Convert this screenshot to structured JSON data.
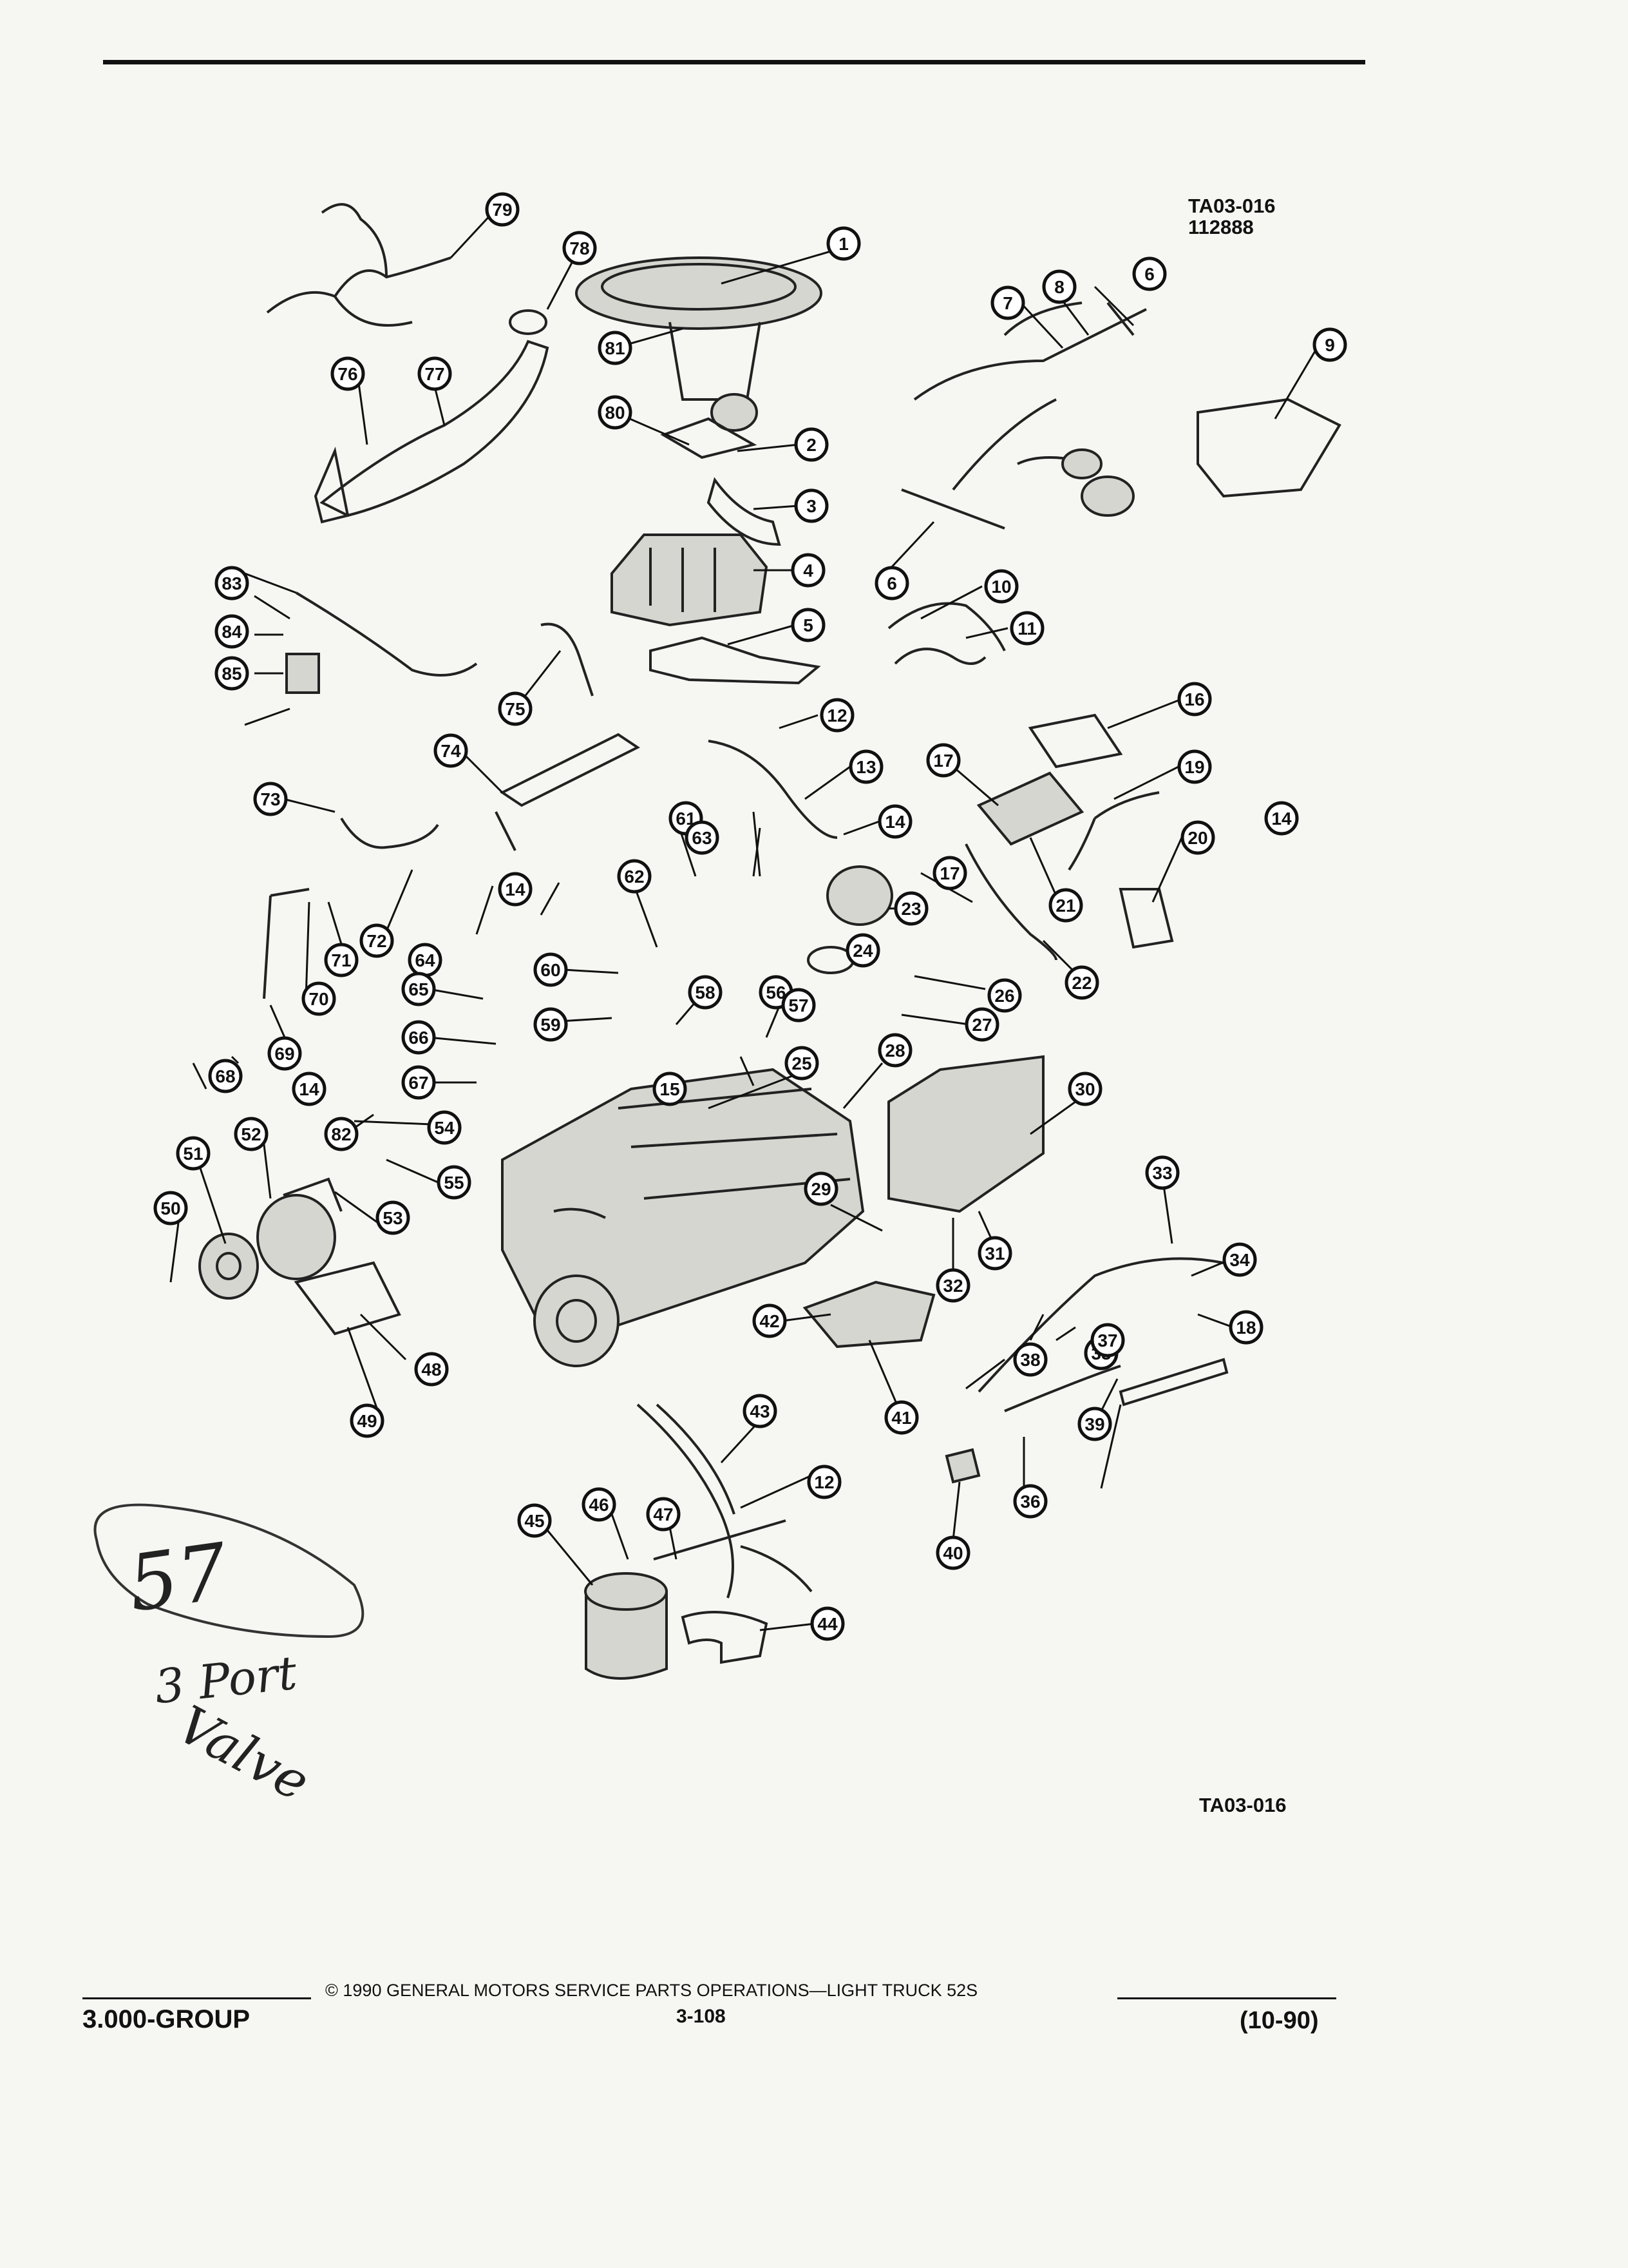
{
  "figure": {
    "id_top": "TA03-016",
    "date_code": "112888",
    "id_bottom": "TA03-016",
    "callout_labels": [
      "1",
      "2",
      "3",
      "4",
      "5",
      "6",
      "6",
      "7",
      "8",
      "9",
      "10",
      "11",
      "12",
      "12",
      "13",
      "14",
      "14",
      "14",
      "14",
      "15",
      "16",
      "17",
      "17",
      "18",
      "19",
      "20",
      "21",
      "22",
      "23",
      "24",
      "25",
      "26",
      "27",
      "28",
      "29",
      "30",
      "31",
      "32",
      "33",
      "34",
      "35",
      "36",
      "37",
      "38",
      "39",
      "40",
      "41",
      "42",
      "43",
      "44",
      "45",
      "46",
      "47",
      "48",
      "49",
      "50",
      "51",
      "52",
      "53",
      "54",
      "55",
      "56",
      "57",
      "58",
      "59",
      "60",
      "61",
      "62",
      "63",
      "64",
      "65",
      "66",
      "67",
      "68",
      "69",
      "70",
      "71",
      "72",
      "73",
      "74",
      "75",
      "76",
      "77",
      "78",
      "79",
      "80",
      "81",
      "82",
      "83",
      "84",
      "85"
    ]
  },
  "footer": {
    "group": "3.000-GROUP",
    "copyright": "© 1990 GENERAL MOTORS SERVICE PARTS OPERATIONS—LIGHT TRUCK 52S",
    "page": "3-108",
    "revision": "(10-90)"
  },
  "handwritten_note": {
    "number": "57",
    "line1": "3 Port",
    "line2": "Valve"
  }
}
